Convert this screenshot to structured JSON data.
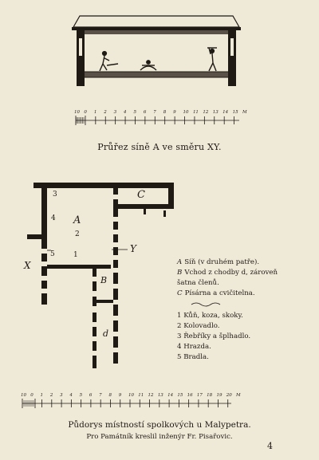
{
  "section": {
    "title": "Průřez síně A ve směru XY."
  },
  "floorplan": {
    "room_labels": {
      "A": "A",
      "B": "B",
      "C": "C",
      "d": "d",
      "X": "X",
      "Y": "Y"
    },
    "station_numbers": [
      "1",
      "2",
      "3",
      "4",
      "5"
    ]
  },
  "legend": {
    "rooms": [
      {
        "key": "A",
        "text": "Síň (v druhém patře)."
      },
      {
        "key": "B",
        "text": "Vchod z chodby d, zároveň šatna členů."
      },
      {
        "key": "C",
        "text": "Písárna a cvičitelna."
      }
    ],
    "apparatus": [
      {
        "num": "1",
        "text": "Kůň, koza, skoky."
      },
      {
        "num": "2",
        "text": "Kolovadlo."
      },
      {
        "num": "3",
        "text": "Řebříky a šplhadlo."
      },
      {
        "num": "4",
        "text": "Hrazda."
      },
      {
        "num": "5",
        "text": "Bradla."
      }
    ]
  },
  "footer": {
    "title": "Půdorys místností spolkových u Malypetra.",
    "credit": "Pro Památník kreslil inženýr Fr. Pisařovic.",
    "page_number": "4"
  },
  "scale1": {
    "labels": [
      "10",
      "0",
      "1",
      "2",
      "3",
      "4",
      "5",
      "6",
      "7",
      "8",
      "9",
      "10",
      "11",
      "12",
      "13",
      "14",
      "15",
      "M"
    ]
  },
  "scale2": {
    "labels": [
      "10",
      "0",
      "1",
      "2",
      "3",
      "4",
      "5",
      "6",
      "7",
      "8",
      "9",
      "10",
      "11",
      "12",
      "13",
      "14",
      "15",
      "16",
      "17",
      "18",
      "19",
      "20",
      "M"
    ]
  }
}
